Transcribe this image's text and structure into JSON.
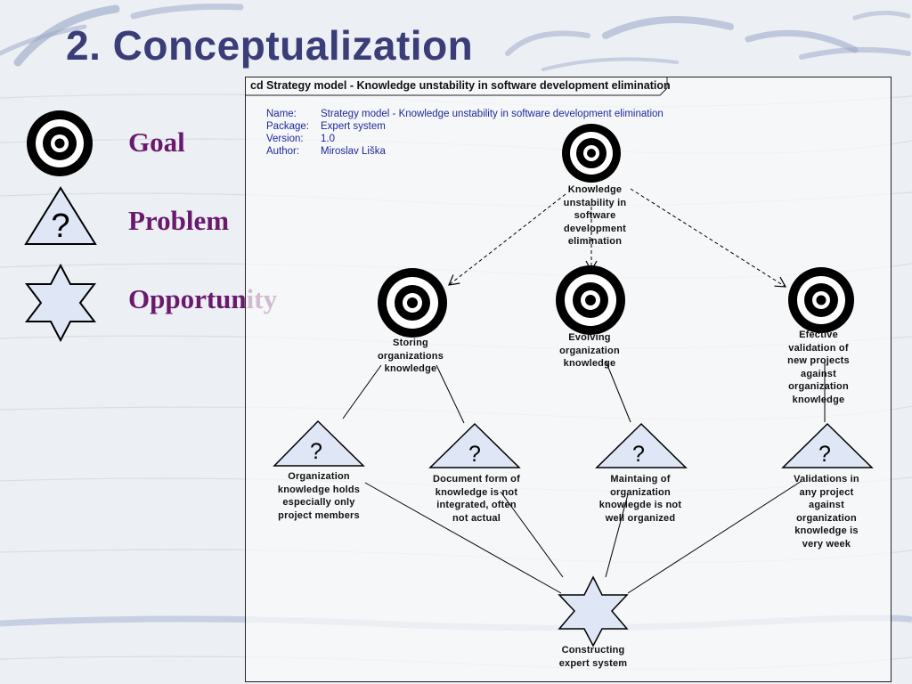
{
  "slide": {
    "title": "2.  Conceptualization",
    "legend": [
      {
        "label": "Goal",
        "icon": "goal-icon"
      },
      {
        "label": "Problem",
        "icon": "problem-icon"
      },
      {
        "label": "Opportunity",
        "icon": "opportunity-icon"
      }
    ]
  },
  "diagram": {
    "frame_title": "cd Strategy model - Knowledge unstability in software development elimination",
    "meta": [
      {
        "key": "Name:",
        "value": "Strategy model - Knowledge unstability in software development elimination"
      },
      {
        "key": "Package:",
        "value": "Expert system"
      },
      {
        "key": "Version:",
        "value": "1.0"
      },
      {
        "key": "Author:",
        "value": "Miroslav Liška"
      }
    ],
    "problem_glyph": "?",
    "nodes": {
      "main_goal": "Knowledge unstability in software development elimination",
      "goal_storing": "Storing organizations knowledge",
      "goal_evolving": "Evolving organization knowledge",
      "goal_validation": "Efective validation of new projects against organization knowledge",
      "problem_holds": "Organization knowledge holds especially only project members",
      "problem_document": "Document form of knowledge is not integrated, often not actual",
      "problem_maintaining": "Maintaing of organization knowlegde is not well organized",
      "problem_validations": "Validations in any project against organization knowledge is very week",
      "opportunity_expert": "Constructing expert system"
    }
  },
  "colors": {
    "title": "#3b3d78",
    "legend_text": "#6a1a6e",
    "meta_text": "#1c2a9c",
    "shape_fill": "#dfe6f5",
    "line": "#000000"
  }
}
